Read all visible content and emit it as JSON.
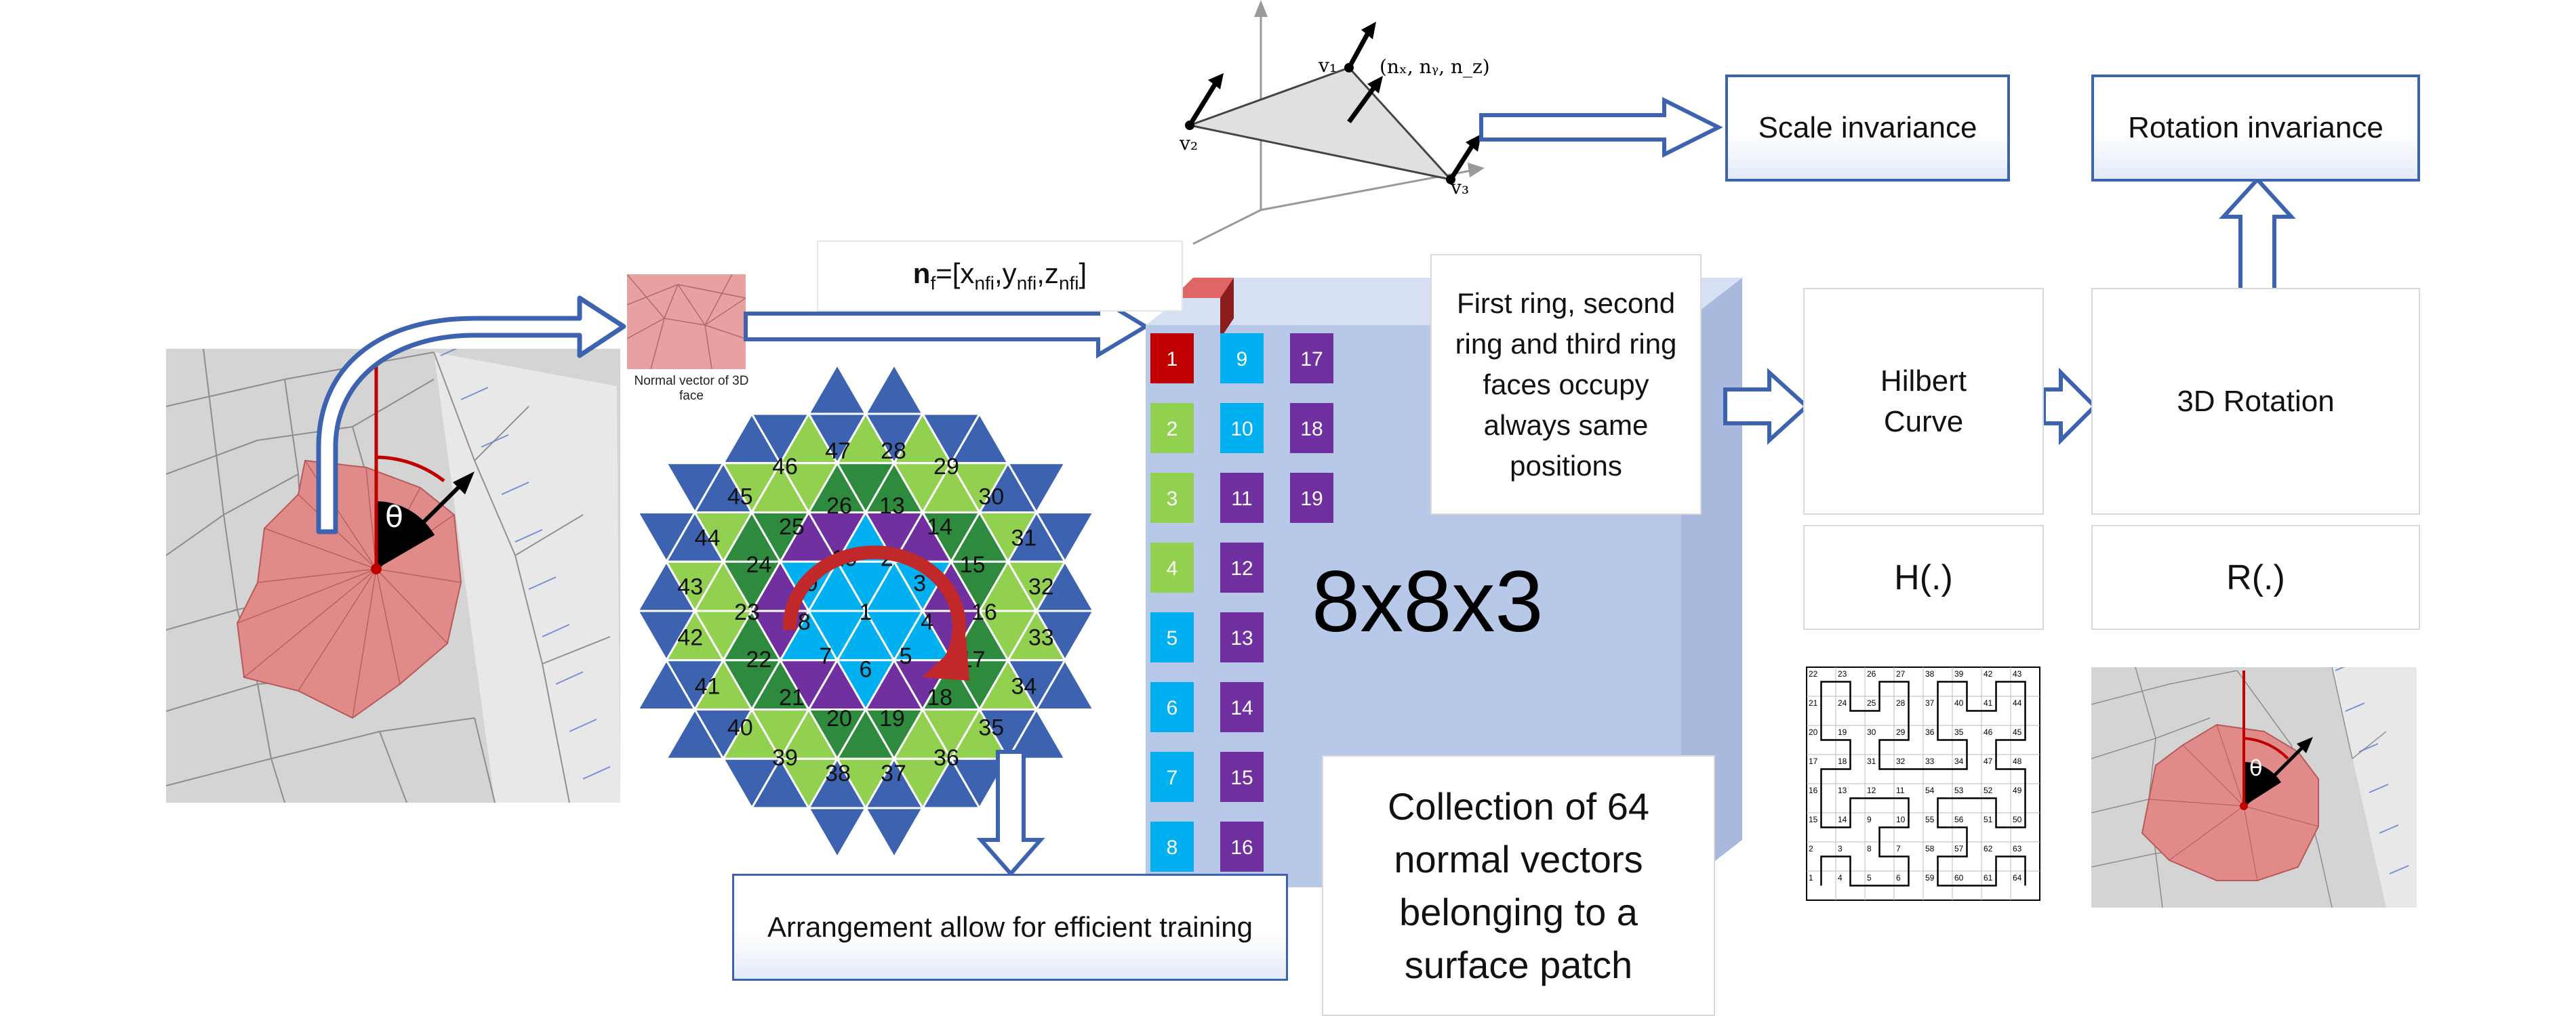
{
  "formula": {
    "bold": "n",
    "sub_f": "f",
    "eq": "=[x",
    "sub1": "nfi",
    "comma1": ",y",
    "sub2": "nfi",
    "comma2": ",z",
    "sub3": "nfi",
    "close": "]"
  },
  "normal_vector_caption": "Normal vector of 3D face",
  "theta": "θ",
  "vertices": {
    "v1": "v₁",
    "v2": "v₂",
    "v3": "v₃",
    "normal_components": "(nₓ, nᵧ, n_z)"
  },
  "scale_invariance": "Scale invariance",
  "rotation_invariance": "Rotation invariance",
  "rings_note": "First ring, second ring and third ring faces occupy always same positions",
  "hilbert": {
    "title": "Hilbert Curve",
    "func": "H(.)"
  },
  "rotation3d": {
    "title": "3D Rotation",
    "func": "R(.)"
  },
  "tensor_size": "8x8x3",
  "collection_note": "Collection of 64 normal vectors belonging to a surface patch",
  "arrangement_note": "Arrangement allow for efficient training",
  "column_cells": [
    {
      "label": "1",
      "color": "#c00000"
    },
    {
      "label": "2",
      "color": "#92d050"
    },
    {
      "label": "3",
      "color": "#92d050"
    },
    {
      "label": "4",
      "color": "#92d050"
    },
    {
      "label": "5",
      "color": "#00b0f0"
    },
    {
      "label": "6",
      "color": "#00b0f0"
    },
    {
      "label": "7",
      "color": "#00b0f0"
    },
    {
      "label": "8",
      "color": "#00b0f0"
    },
    {
      "label": "9",
      "color": "#00b0f0"
    },
    {
      "label": "10",
      "color": "#00b0f0"
    },
    {
      "label": "11",
      "color": "#7030a0"
    },
    {
      "label": "12",
      "color": "#7030a0"
    },
    {
      "label": "13",
      "color": "#7030a0"
    },
    {
      "label": "14",
      "color": "#7030a0"
    },
    {
      "label": "15",
      "color": "#7030a0"
    },
    {
      "label": "16",
      "color": "#7030a0"
    },
    {
      "label": "17",
      "color": "#7030a0"
    },
    {
      "label": "18",
      "color": "#7030a0"
    },
    {
      "label": "19",
      "color": "#7030a0"
    }
  ],
  "hex_numbers": [
    "1",
    "2",
    "3",
    "4",
    "5",
    "6",
    "7",
    "8",
    "9",
    "10",
    "13",
    "14",
    "15",
    "16",
    "17",
    "18",
    "19",
    "20",
    "21",
    "22",
    "23",
    "24",
    "25",
    "26",
    "28",
    "29",
    "30",
    "31",
    "32",
    "33",
    "34",
    "35",
    "36",
    "37",
    "38",
    "39",
    "40",
    "41",
    "42",
    "43",
    "44",
    "45",
    "46",
    "47"
  ],
  "hilbert_numbers": [
    "22",
    "23",
    "26",
    "27",
    "38",
    "39",
    "42",
    "43",
    "21",
    "24",
    "25",
    "28",
    "37",
    "40",
    "41",
    "44",
    "20",
    "19",
    "30",
    "29",
    "36",
    "35",
    "46",
    "45",
    "17",
    "18",
    "31",
    "32",
    "33",
    "34",
    "47",
    "48",
    "16",
    "13",
    "12",
    "11",
    "54",
    "53",
    "52",
    "49",
    "15",
    "14",
    "9",
    "10",
    "55",
    "56",
    "51",
    "50",
    "2",
    "3",
    "8",
    "7",
    "58",
    "57",
    "62",
    "63",
    "1",
    "4",
    "5",
    "6",
    "59",
    "60",
    "61",
    "64"
  ],
  "colors": {
    "blue": "#3d63b0",
    "red": "#c00000",
    "green": "#92d050",
    "dgreen": "#2e8b3d",
    "cyan": "#00b0f0",
    "purple": "#7030a0",
    "mesh_pink": "#e08a8a",
    "cube": "#b8c8e8"
  }
}
